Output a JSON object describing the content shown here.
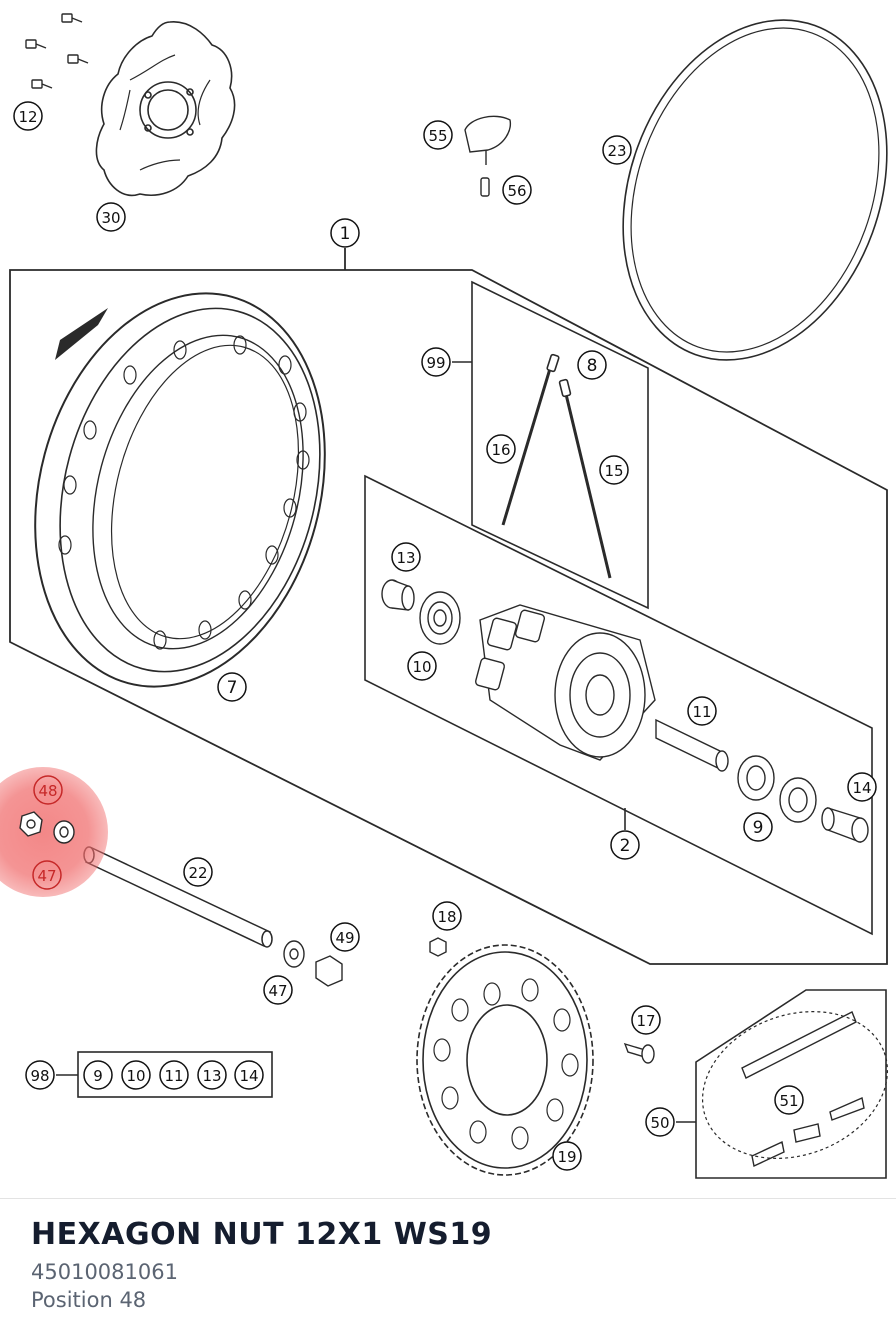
{
  "part": {
    "title": "HEXAGON NUT 12X1 WS19",
    "number": "45010081061",
    "position_text": "Position 48"
  },
  "callouts": {
    "c1": "1",
    "c2": "2",
    "c7": "7",
    "c8": "8",
    "c9a": "9",
    "c10a": "10",
    "c11a": "11",
    "c12": "12",
    "c13a": "13",
    "c14a": "14",
    "c15": "15",
    "c16": "16",
    "c17": "17",
    "c18": "18",
    "c19": "19",
    "c22": "22",
    "c23": "23",
    "c30": "30",
    "c47a": "47",
    "c47b": "47",
    "c48": "48",
    "c49": "49",
    "c50": "50",
    "c51": "51",
    "c55": "55",
    "c56": "56",
    "c98": "98",
    "c99": "99",
    "kit": [
      "9",
      "10",
      "11",
      "13",
      "14"
    ]
  },
  "highlight": {
    "color": "#f06b6b",
    "callout_color": "#c62828"
  },
  "colors": {
    "line": "#2a2a2a",
    "title": "#151d2e",
    "subtext": "#5b6472"
  }
}
